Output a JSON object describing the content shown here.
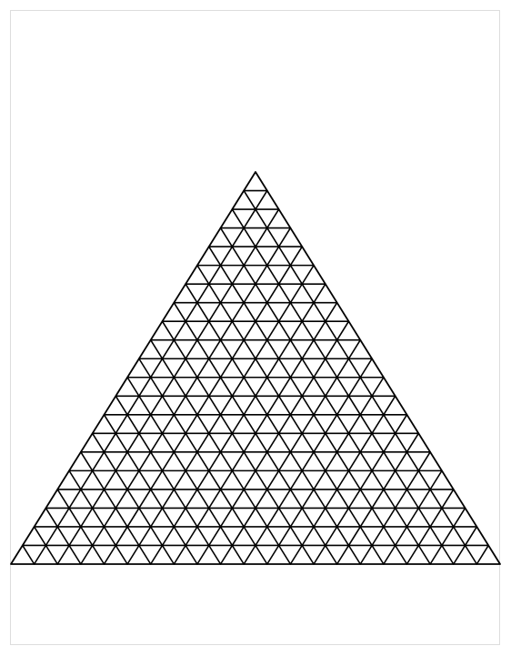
{
  "diagram": {
    "type": "triangular-grid",
    "shape": "equilateral-triangle",
    "subdivisions": 21,
    "line_color": "#000000",
    "background_color": "#ffffff",
    "frame_color": "#dddddd"
  }
}
